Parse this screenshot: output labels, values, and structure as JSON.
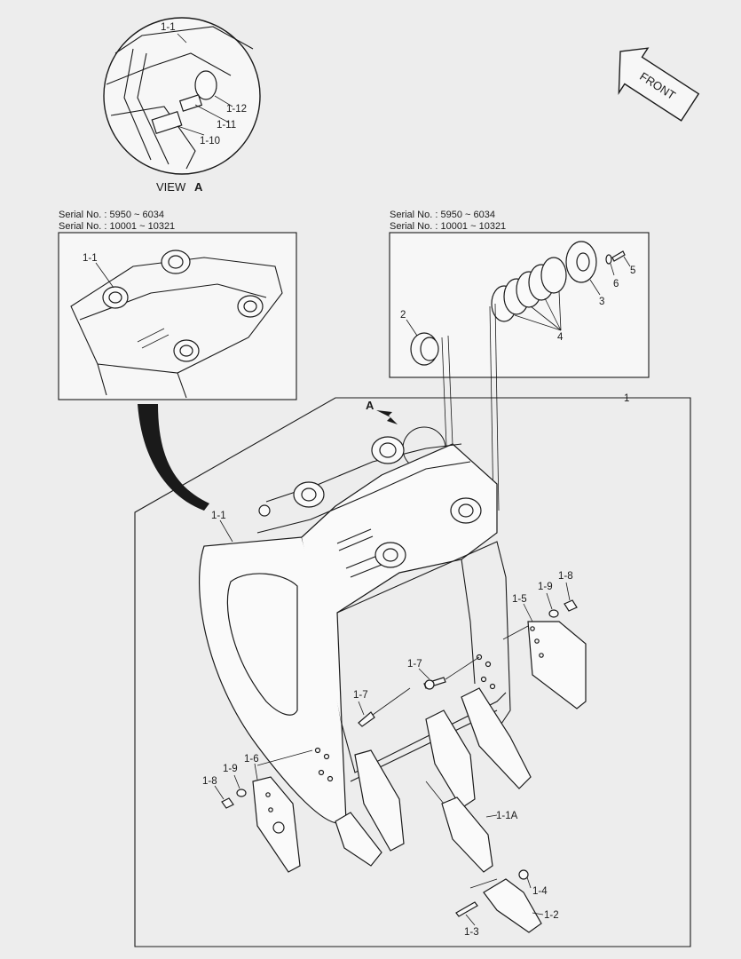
{
  "front_arrow": {
    "label": "FRONT"
  },
  "view_a": {
    "title": "VIEW",
    "letter": "A",
    "labels": [
      "1-1",
      "1-12",
      "1-11",
      "1-10"
    ]
  },
  "left_box": {
    "serial_1": "Serial No. : 5950 ~ 6034",
    "serial_2": "Serial No. : 10001 ~ 10321",
    "label": "1-1"
  },
  "right_box": {
    "serial_1": "Serial No. : 5950 ~ 6034",
    "serial_2": "Serial No. : 10001 ~ 10321",
    "labels": [
      "2",
      "3",
      "4",
      "5",
      "6"
    ]
  },
  "main": {
    "box_label": "1",
    "arrow_label": "A",
    "labels": {
      "bucket": "1-1",
      "side_cutter_right": "1-5",
      "washer_right": "1-9",
      "nut_right": "1-8",
      "bolt_upper": "1-7",
      "bolt_lower": "1-7",
      "side_cutter_left": "1-6",
      "washer_left": "1-9",
      "nut_left": "1-8",
      "adapter": "1-1A",
      "lock": "1-4",
      "tooth": "1-2",
      "pin": "1-3"
    }
  }
}
